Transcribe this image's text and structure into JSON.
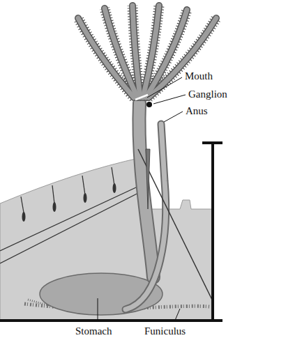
{
  "diagram": {
    "labels": [
      "Mouth",
      "Ganglion",
      "Anus",
      "Stomach",
      "Funiculus"
    ]
  }
}
